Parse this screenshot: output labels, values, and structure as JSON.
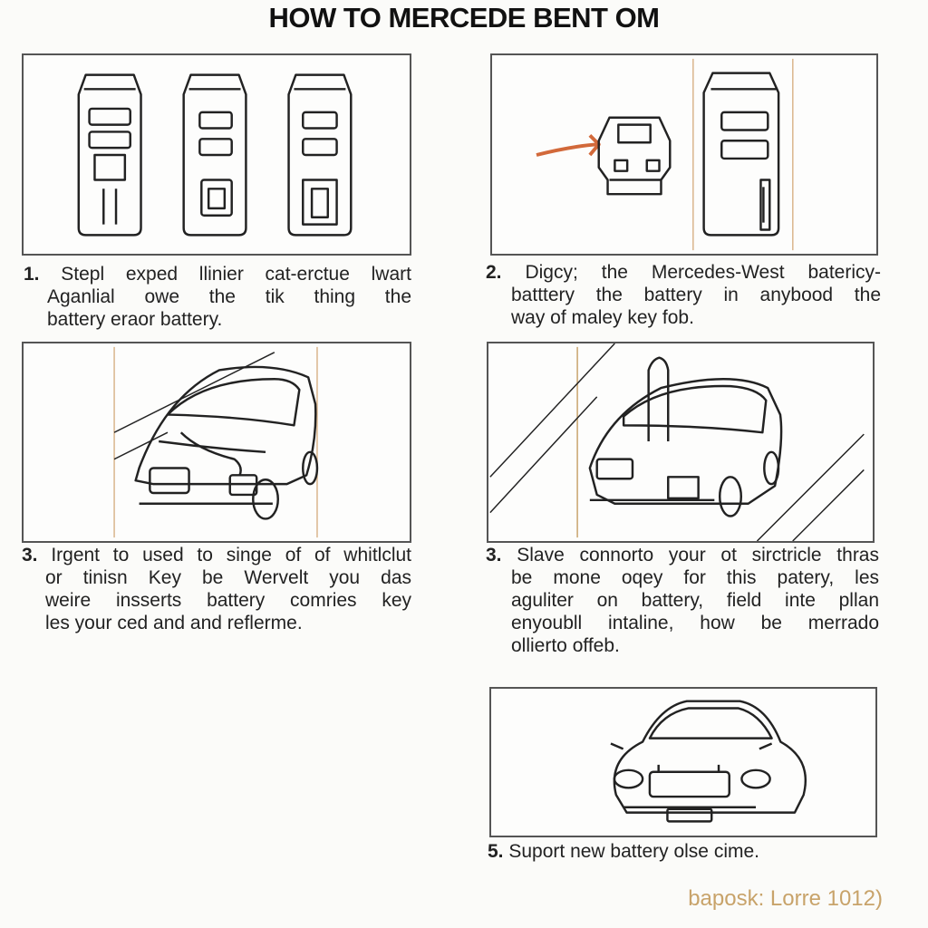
{
  "title": "HOW TO MERCEDE BENT OM",
  "steps": [
    {
      "number": "1.",
      "lines": [
        "Stepl exped llinier cat-erctue lwart",
        "Aganlial owe the tik thing the",
        "battery eraor battery."
      ]
    },
    {
      "number": "2.",
      "lines": [
        "Digcy; the Mercedes-West batericy-",
        "batttery the battery in anybood the",
        "way of maley key fob."
      ]
    },
    {
      "number": "3.",
      "lines": [
        "Irgent to used to singe of of whitlclut",
        "or tinisn Key be Wervelt you das",
        "weire insserts battery comries key",
        "les your ced and and reflerme."
      ]
    },
    {
      "number": "3.",
      "lines": [
        "Slave connorto your ot sirctricle thras",
        "be mone oqey for this patery, les",
        "aguliter on battery, field inte pllan",
        "enyoubll intaline, how be merrado",
        "ollierto offeb."
      ]
    },
    {
      "number": "5.",
      "lines": [
        "Suport new battery olse cime."
      ]
    }
  ],
  "footer": "baposk: Lorre 1012)",
  "colors": {
    "arrow": "#d2693a",
    "footer": "#c8a36a",
    "divider": "#d9b48a"
  }
}
